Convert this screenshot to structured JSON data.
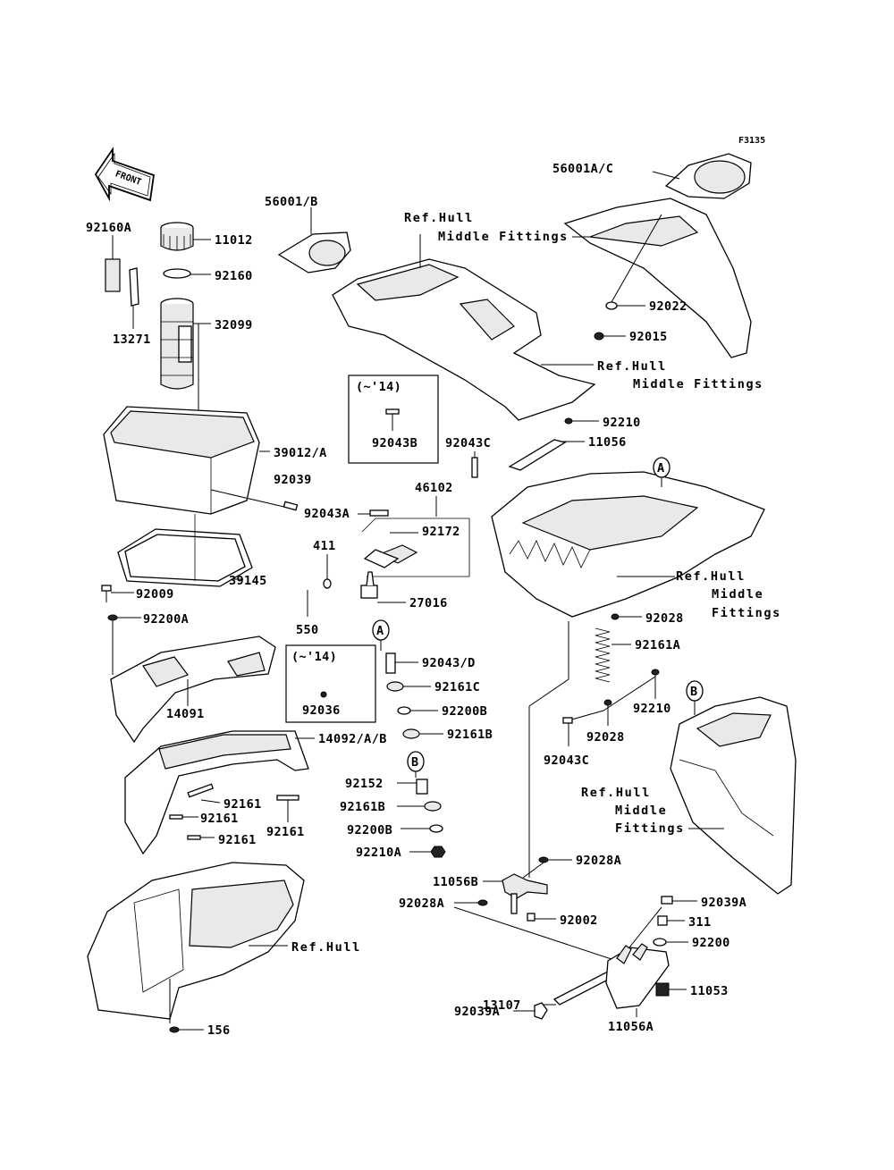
{
  "figure_code": "F3135",
  "front_label": "FRONT",
  "part_numbers": [
    "92160A",
    "11012",
    "92160",
    "13271",
    "32099",
    "39012/A",
    "92039",
    "92043A",
    "39145",
    "92009",
    "92200A",
    "14091",
    "14092/A/B",
    "92161",
    "92161",
    "92161",
    "92161",
    "156",
    "56001/B",
    "56001A/C",
    "92022",
    "92015",
    "92043B",
    "92043C",
    "92210",
    "11056",
    "46102",
    "411",
    "92172",
    "550",
    "27016",
    "92043/D",
    "92161C",
    "92200B",
    "92161B",
    "92152",
    "92161B",
    "92200B",
    "92210A",
    "92036",
    "92028",
    "92161A",
    "92210",
    "92028",
    "92043C",
    "92028A",
    "11056B",
    "92028A",
    "92002",
    "92039A",
    "311",
    "92200",
    "13107",
    "92039A",
    "11056A",
    "11053"
  ],
  "ref_labels": {
    "hull_middle_fittings_1": [
      "Ref.Hull",
      "Middle Fittings"
    ],
    "hull_middle_fittings_2": [
      "Ref.Hull",
      "Middle Fittings"
    ],
    "hull_middle_fittings_3": [
      "Ref.Hull",
      "Middle",
      "Fittings"
    ],
    "hull_middle_fittings_4": [
      "Ref.Hull",
      "Middle",
      "Fittings"
    ],
    "hull": "Ref.Hull"
  },
  "inset_boxes": [
    {
      "condition": "(~'14)",
      "part": "92043B"
    },
    {
      "condition": "(~'14)",
      "part": "92036"
    }
  ],
  "connectors": [
    "A",
    "A",
    "B",
    "B"
  ]
}
